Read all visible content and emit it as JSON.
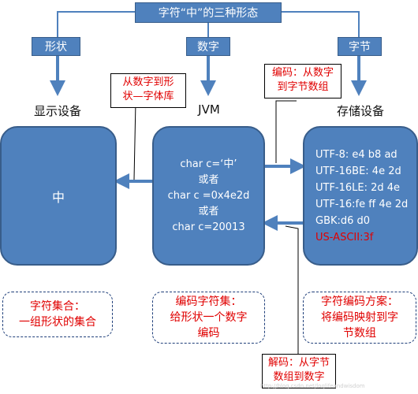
{
  "title": "字符“中”的三种形态",
  "categories": {
    "shape": "形状",
    "number": "数字",
    "bytes": "字节"
  },
  "column_labels": {
    "display": "显示设备",
    "jvm": "JVM",
    "storage": "存储设备"
  },
  "display_box": {
    "char": "中"
  },
  "jvm_box": [
    "char c=‘中’",
    "或者",
    "char c =0x4e2d",
    "或者",
    "char c=20013"
  ],
  "storage_box": [
    {
      "text": "UTF-8:  e4 b8 ad",
      "color": "#ffffff"
    },
    {
      "text": "UTF-16BE: 4e 2d",
      "color": "#ffffff"
    },
    {
      "text": "UTF-16LE: 2d 4e",
      "color": "#ffffff"
    },
    {
      "text": "UTF-16:fe ff 4e 2d",
      "color": "#ffffff"
    },
    {
      "text": "GBK:d6 d0",
      "color": "#ffffff"
    },
    {
      "text": "US-ASCII:3f",
      "color": "#e00000"
    }
  ],
  "callouts": {
    "decode_font": [
      "从数字到形",
      "状—字体库"
    ],
    "encode": [
      "编码：从数字",
      "到字节数组"
    ],
    "decode": [
      "解码：从字节",
      "数组到数字"
    ]
  },
  "notes": {
    "charset": [
      "字符集合：",
      "一组形状的集合"
    ],
    "coded_charset": [
      "编码字符集：",
      "给形状一个数字",
      "编码"
    ],
    "encoding_scheme": [
      "字符编码方案：",
      "将编码映射到字",
      "节数组"
    ]
  },
  "watermark": "http://blog.csdn.net/loglifeandwisdom",
  "colors": {
    "box_fill": "#4f81bd",
    "box_border": "#385d8a",
    "callout_text": "#e00000",
    "note_border": "#1f3f7a"
  }
}
